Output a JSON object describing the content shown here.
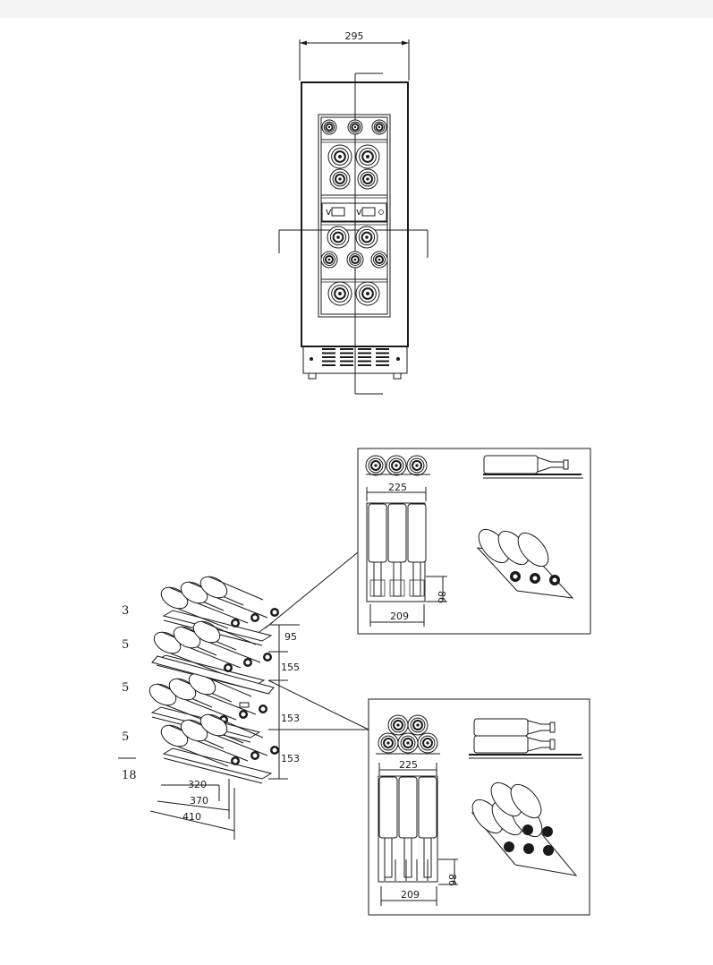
{
  "front_view": {
    "width_label": "295"
  },
  "side_view": {
    "side_numbers": [
      "3",
      "5",
      "5",
      "5",
      "18"
    ],
    "vertical_dims": [
      "95",
      "155",
      "153",
      "153"
    ],
    "depth_dims": [
      "320",
      "370",
      "410"
    ]
  },
  "detail_top": {
    "width_label": "225",
    "inner_width_label": "209",
    "height_label": "86"
  },
  "detail_bottom": {
    "width_label": "225",
    "inner_width_label": "209",
    "height_label": "86"
  }
}
